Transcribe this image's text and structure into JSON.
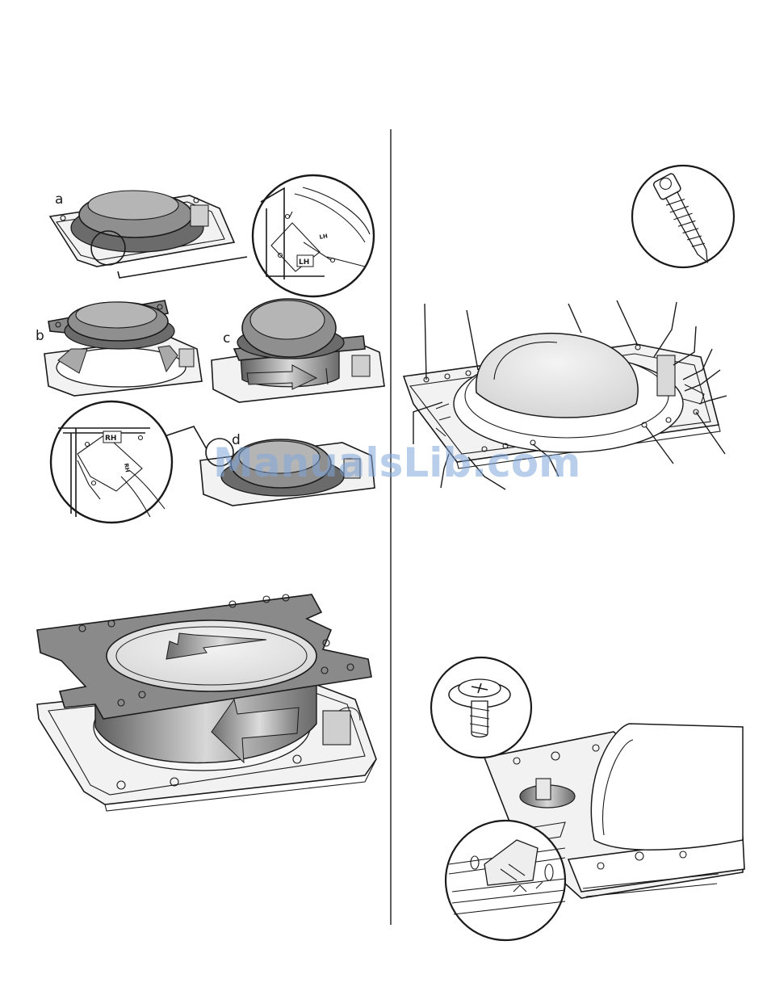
{
  "figure_labels": {
    "a": "a",
    "b": "b",
    "c": "c",
    "d": "d"
  },
  "detail_marks": {
    "lh_large": "LH",
    "lh_small": "LH",
    "rh_large": "RH",
    "rh_small": "RH"
  },
  "watermark": "ManualsLib.com",
  "colors": {
    "ink": "#1a1a1a",
    "bracket_gray": "#8a8a8a",
    "dome_gray": "#8f8f8f",
    "watermark_blue": "#7fa6d8"
  },
  "icons": {
    "screw_large": "screw-icon",
    "screw_small": "machine-screw-icon",
    "rotate_arrow": "rotate-arrow-icon"
  }
}
